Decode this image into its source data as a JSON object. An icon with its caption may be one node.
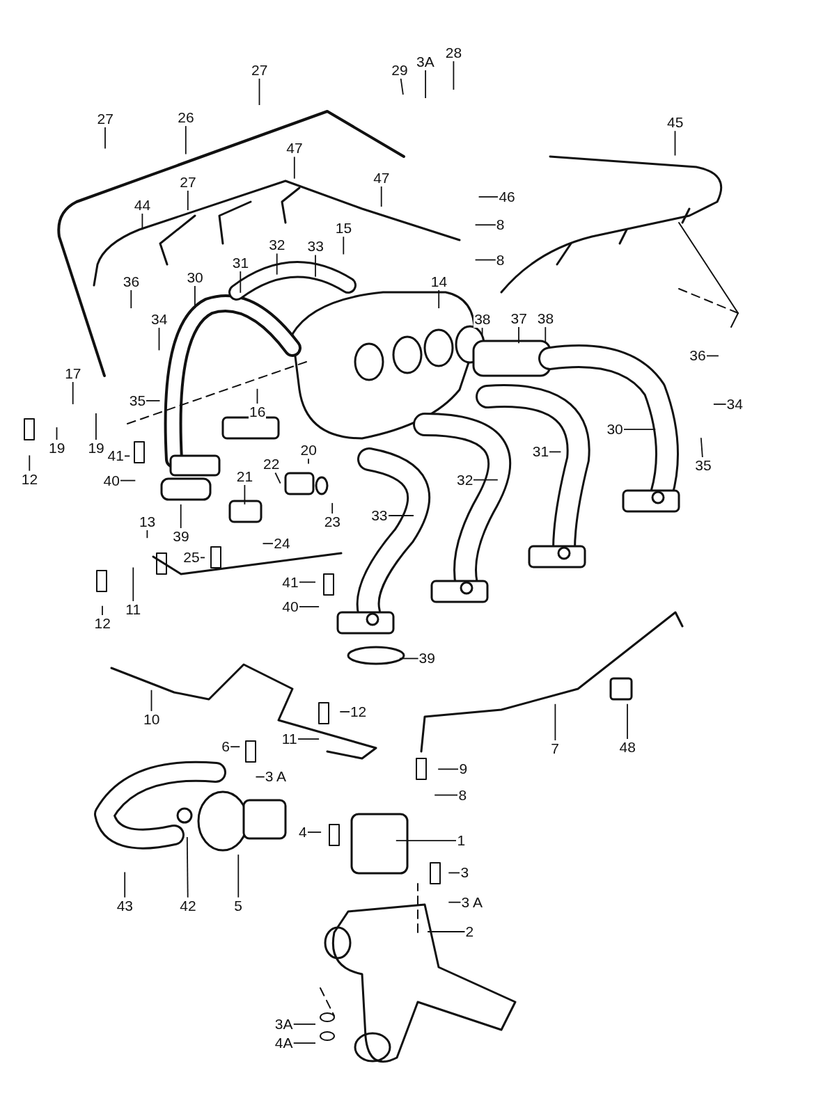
{
  "diagram": {
    "nodes": [
      {
        "text": [
          "27"
        ]
      },
      {
        "text": [
          "29"
        ]
      },
      {
        "text": [
          "3A"
        ]
      },
      {
        "text": [
          "28"
        ]
      },
      {
        "text": [
          "27"
        ]
      },
      {
        "text": [
          "26"
        ]
      },
      {
        "text": [
          "45"
        ]
      },
      {
        "text": [
          "47"
        ]
      },
      {
        "text": [
          "47"
        ]
      },
      {
        "text": [
          "27"
        ]
      },
      {
        "text": [
          "46"
        ]
      },
      {
        "text": [
          "44"
        ]
      },
      {
        "text": [
          "8"
        ]
      },
      {
        "text": [
          "15"
        ]
      },
      {
        "text": [
          "32"
        ]
      },
      {
        "text": [
          "33"
        ]
      },
      {
        "text": [
          "8"
        ]
      },
      {
        "text": [
          "31"
        ]
      },
      {
        "text": [
          "30"
        ]
      },
      {
        "text": [
          "36"
        ]
      },
      {
        "text": [
          "14"
        ]
      },
      {
        "text": [
          "38"
        ]
      },
      {
        "text": [
          "37"
        ]
      },
      {
        "text": [
          "38"
        ]
      },
      {
        "text": [
          "34"
        ]
      },
      {
        "text": [
          "36"
        ]
      },
      {
        "text": [
          "17"
        ]
      },
      {
        "text": [
          "35"
        ]
      },
      {
        "text": [
          "16"
        ]
      },
      {
        "text": [
          "34"
        ]
      },
      {
        "text": [
          "19"
        ]
      },
      {
        "text": [
          "19"
        ]
      },
      {
        "text": [
          "12"
        ]
      },
      {
        "text": [
          "41"
        ]
      },
      {
        "text": [
          "40"
        ]
      },
      {
        "text": [
          "30"
        ]
      },
      {
        "text": [
          "35"
        ]
      },
      {
        "text": [
          "31"
        ]
      },
      {
        "text": [
          "22"
        ]
      },
      {
        "text": [
          "20"
        ]
      },
      {
        "text": [
          "21"
        ]
      },
      {
        "text": [
          "32"
        ]
      },
      {
        "text": [
          "23"
        ]
      },
      {
        "text": [
          "33"
        ]
      },
      {
        "text": [
          "39"
        ]
      },
      {
        "text": [
          "13"
        ]
      },
      {
        "text": [
          "24"
        ]
      },
      {
        "text": [
          "25"
        ]
      },
      {
        "text": [
          "12"
        ]
      },
      {
        "text": [
          "11"
        ]
      },
      {
        "text": [
          "41"
        ]
      },
      {
        "text": [
          "40"
        ]
      },
      {
        "text": [
          "39"
        ]
      },
      {
        "text": [
          "10"
        ]
      },
      {
        "text": [
          "12"
        ]
      },
      {
        "text": [
          "11"
        ]
      },
      {
        "text": [
          "6"
        ]
      },
      {
        "text": [
          "7"
        ]
      },
      {
        "text": [
          "48"
        ]
      },
      {
        "text": [
          "9"
        ]
      },
      {
        "text": [
          "3 A"
        ]
      },
      {
        "text": [
          "8"
        ]
      },
      {
        "text": [
          "4"
        ]
      },
      {
        "text": [
          "1"
        ]
      },
      {
        "text": [
          "3"
        ]
      },
      {
        "text": [
          "3 A"
        ]
      },
      {
        "text": [
          "43"
        ]
      },
      {
        "text": [
          "42"
        ]
      },
      {
        "text": [
          "5"
        ]
      },
      {
        "text": [
          "2"
        ]
      },
      {
        "text": [
          "3A"
        ]
      },
      {
        "text": [
          "4A"
        ]
      }
    ],
    "edges": [
      {
        "from": 0,
        "to": null,
        "arrow": "none"
      },
      {
        "from": 1,
        "to": null,
        "arrow": "none"
      },
      {
        "from": 2,
        "to": null,
        "arrow": "none"
      },
      {
        "from": 3,
        "to": null,
        "arrow": "none"
      },
      {
        "from": 4,
        "to": null,
        "arrow": "none"
      },
      {
        "from": 5,
        "to": null,
        "arrow": "none"
      },
      {
        "from": 6,
        "to": null,
        "arrow": "none"
      },
      {
        "from": 7,
        "to": null,
        "arrow": "none"
      },
      {
        "from": 8,
        "to": null,
        "arrow": "none"
      },
      {
        "from": 9,
        "to": null,
        "arrow": "none"
      },
      {
        "from": 10,
        "to": null,
        "arrow": "none"
      },
      {
        "from": 11,
        "to": null,
        "arrow": "none"
      },
      {
        "from": 12,
        "to": null,
        "arrow": "none"
      },
      {
        "from": 13,
        "to": null,
        "arrow": "none"
      },
      {
        "from": 14,
        "to": null,
        "arrow": "none"
      },
      {
        "from": 15,
        "to": null,
        "arrow": "none"
      },
      {
        "from": 16,
        "to": null,
        "arrow": "none"
      },
      {
        "from": 17,
        "to": null,
        "arrow": "none"
      },
      {
        "from": 18,
        "to": null,
        "arrow": "none"
      },
      {
        "from": 19,
        "to": null,
        "arrow": "none"
      },
      {
        "from": 20,
        "to": null,
        "arrow": "none"
      },
      {
        "from": 21,
        "to": null,
        "arrow": "none"
      },
      {
        "from": 22,
        "to": null,
        "arrow": "none"
      },
      {
        "from": 23,
        "to": null,
        "arrow": "none"
      },
      {
        "from": 24,
        "to": null,
        "arrow": "none"
      },
      {
        "from": 25,
        "to": null,
        "arrow": "none"
      },
      {
        "from": 26,
        "to": null,
        "arrow": "none"
      },
      {
        "from": 27,
        "to": null,
        "arrow": "none"
      },
      {
        "from": 28,
        "to": null,
        "arrow": "none"
      },
      {
        "from": 29,
        "to": null,
        "arrow": "none"
      },
      {
        "from": 30,
        "to": null,
        "arrow": "none"
      },
      {
        "from": 31,
        "to": null,
        "arrow": "none"
      },
      {
        "from": 32,
        "to": null,
        "arrow": "none"
      },
      {
        "from": 33,
        "to": null,
        "arrow": "none"
      },
      {
        "from": 34,
        "to": null,
        "arrow": "none"
      },
      {
        "from": 35,
        "to": null,
        "arrow": "none"
      },
      {
        "from": 36,
        "to": null,
        "arrow": "none"
      },
      {
        "from": 37,
        "to": null,
        "arrow": "none"
      },
      {
        "from": 38,
        "to": null,
        "arrow": "none"
      },
      {
        "from": 39,
        "to": null,
        "arrow": "none"
      },
      {
        "from": 40,
        "to": null,
        "arrow": "none"
      },
      {
        "from": 41,
        "to": null,
        "arrow": "none"
      },
      {
        "from": 42,
        "to": null,
        "arrow": "none"
      },
      {
        "from": 43,
        "to": null,
        "arrow": "none"
      },
      {
        "from": 44,
        "to": null,
        "arrow": "none"
      },
      {
        "from": 45,
        "to": null,
        "arrow": "none"
      },
      {
        "from": 46,
        "to": null,
        "arrow": "none"
      },
      {
        "from": 47,
        "to": null,
        "arrow": "none"
      },
      {
        "from": 48,
        "to": null,
        "arrow": "none"
      },
      {
        "from": 49,
        "to": null,
        "arrow": "none"
      },
      {
        "from": 50,
        "to": null,
        "arrow": "none"
      },
      {
        "from": 51,
        "to": null,
        "arrow": "none"
      },
      {
        "from": 52,
        "to": null,
        "arrow": "none"
      },
      {
        "from": 53,
        "to": null,
        "arrow": "none"
      },
      {
        "from": 54,
        "to": null,
        "arrow": "none"
      },
      {
        "from": 55,
        "to": null,
        "arrow": "none"
      },
      {
        "from": 56,
        "to": null,
        "arrow": "none"
      },
      {
        "from": 57,
        "to": null,
        "arrow": "none"
      },
      {
        "from": 58,
        "to": null,
        "arrow": "none"
      },
      {
        "from": 59,
        "to": null,
        "arrow": "none"
      },
      {
        "from": 60,
        "to": null,
        "arrow": "none"
      },
      {
        "from": 61,
        "to": null,
        "arrow": "none"
      },
      {
        "from": 62,
        "to": null,
        "arrow": "none"
      },
      {
        "from": 63,
        "to": null,
        "arrow": "none"
      },
      {
        "from": 64,
        "to": null,
        "arrow": "none"
      },
      {
        "from": 65,
        "to": null,
        "arrow": "none"
      },
      {
        "from": 66,
        "to": null,
        "arrow": "none"
      },
      {
        "from": 67,
        "to": null,
        "arrow": "none"
      },
      {
        "from": 68,
        "to": null,
        "arrow": "none"
      },
      {
        "from": 69,
        "to": null,
        "arrow": "none"
      },
      {
        "from": 70,
        "to": null,
        "arrow": "none"
      },
      {
        "from": 71,
        "to": null,
        "arrow": "none"
      }
    ]
  }
}
